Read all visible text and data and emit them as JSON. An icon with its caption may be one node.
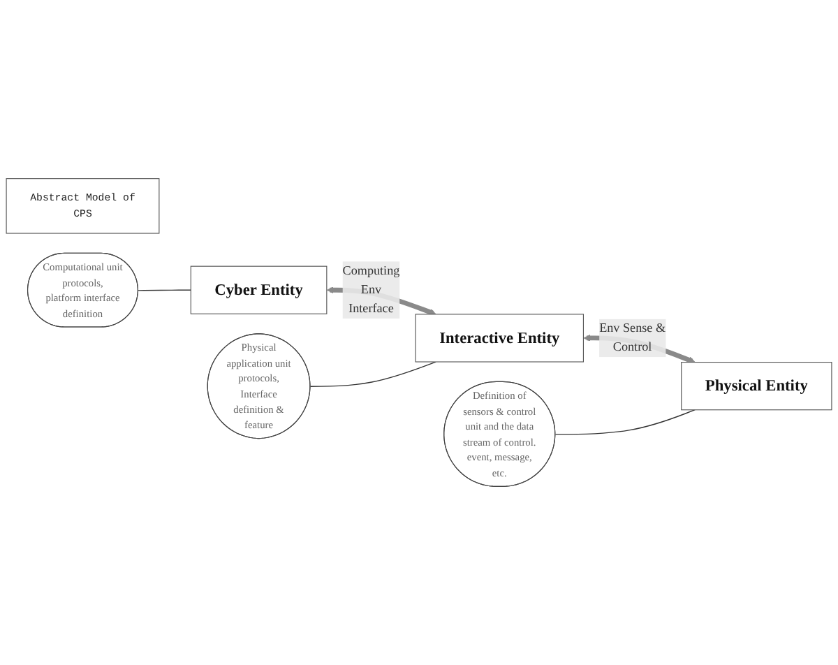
{
  "diagram": {
    "nodes": [
      {
        "text": [
          "Abstract Model of CPS"
        ]
      },
      {
        "text": [
          "Cyber Entity"
        ]
      },
      {
        "text": [
          "Interactive Entity"
        ]
      },
      {
        "text": [
          "Physical Entity"
        ]
      },
      {
        "text": [
          "Computational unit protocols, platform interface definition"
        ]
      },
      {
        "text": [
          "Physical application unit protocols, Interface definition & feature"
        ]
      },
      {
        "text": [
          "Definition of sensors & control unit and the data stream of control. event, message, etc."
        ]
      }
    ],
    "edges": [
      {
        "from": 1,
        "to": 2,
        "arrow": "both",
        "label": "Computing Env Interface",
        "style": "thick"
      },
      {
        "from": 2,
        "to": 3,
        "arrow": "both",
        "label": "Env Sense & Control",
        "style": "thick"
      },
      {
        "from": 4,
        "to": 1,
        "arrow": "none"
      },
      {
        "from": 5,
        "to": 2,
        "arrow": "none"
      },
      {
        "from": 6,
        "to": 3,
        "arrow": "none"
      }
    ]
  }
}
